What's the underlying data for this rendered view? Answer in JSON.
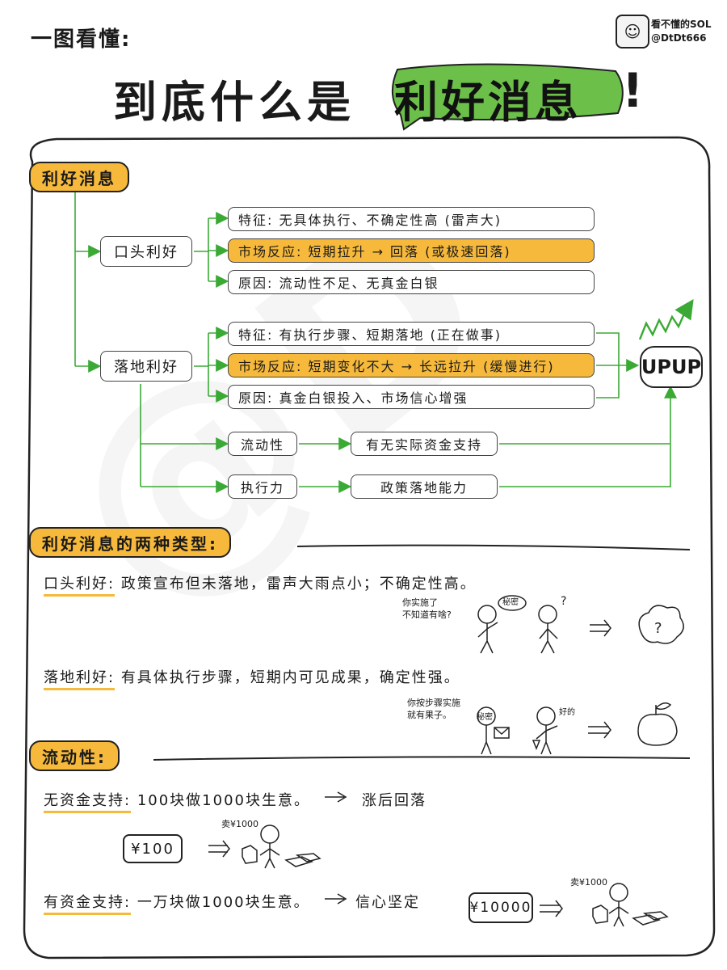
{
  "header": {
    "subtitle": "一图看懂:",
    "title_main": "到底什么是",
    "title_highlight": "利好消息",
    "title_excl": "!",
    "author_line1": "看不懂的SOL",
    "author_line2": "@DtDt666",
    "avatar_icon": "cartoon-face-icon"
  },
  "flow": {
    "root_label": "利好消息",
    "oral": {
      "label": "口头利好",
      "feature": "特征: 无具体执行、不确定性高 (雷声大)",
      "reaction": "市场反应: 短期拉升 → 回落 (或极速回落)",
      "reason": "原因: 流动性不足、无真金白银"
    },
    "landed": {
      "label": "落地利好",
      "feature": "特征: 有执行步骤、短期落地 (正在做事)",
      "reaction": "市场反应: 短期变化不大 → 长远拉升 (缓慢进行)",
      "reason": "原因: 真金白银投入、市场信心增强"
    },
    "liquidity": "流动性",
    "liquidity_detail": "有无实际资金支持",
    "execution": "执行力",
    "execution_detail": "政策落地能力",
    "upup": "UPUP"
  },
  "types": {
    "heading": "利好消息的两种类型:",
    "oral_term": "口头利好:",
    "oral_desc": "政策宣布但未落地，雷声大雨点小；不确定性高。",
    "oral_bubble1": "你实施了",
    "oral_bubble2": "不知道有啥?",
    "oral_secret": "秘密",
    "landed_term": "落地利好:",
    "landed_desc": "有具体执行步骤，短期内可见成果，确定性强。",
    "landed_bubble1": "你按步骤实施",
    "landed_bubble2": "就有果子。",
    "landed_secret": "秘密",
    "landed_ok": "好的"
  },
  "liquidity_section": {
    "heading": "流动性:",
    "no_funds_term": "无资金支持:",
    "no_funds_desc": "100块做1000块生意。",
    "no_funds_result": "涨后回落",
    "money_small": "¥100",
    "sell_label_1": "卖¥1000",
    "with_funds_term": "有资金支持:",
    "with_funds_desc": "一万块做1000块生意。",
    "with_funds_result": "信心坚定",
    "money_big": "¥10000",
    "sell_label_2": "卖¥1000"
  },
  "colors": {
    "accent": "#f6b93b",
    "arrow": "#3aaa35",
    "highlight_green": "#6cc04a"
  }
}
